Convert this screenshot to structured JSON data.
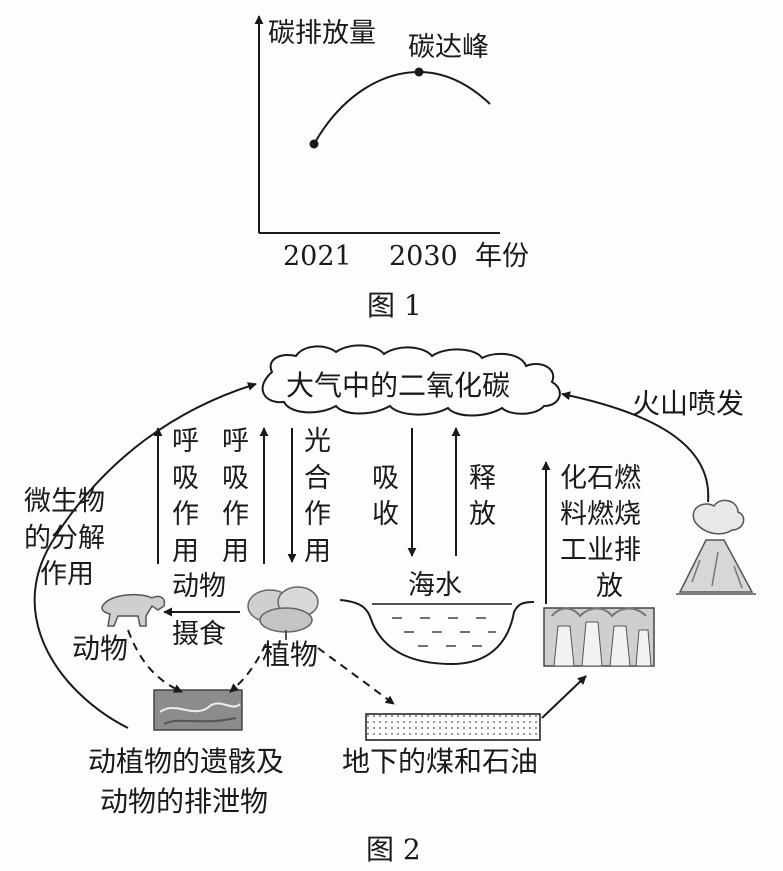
{
  "figure1": {
    "y_axis_label": "碳排放量",
    "peak_label": "碳达峰",
    "x_ticks": [
      "2021",
      "2030"
    ],
    "x_axis_label": "年份",
    "caption": "图 1"
  },
  "chart_data": {
    "type": "line",
    "title": "",
    "xlabel": "年份",
    "ylabel": "碳排放量",
    "x": [
      "2021",
      "2030"
    ],
    "annotations": [
      {
        "at": "2030",
        "label": "碳达峰"
      }
    ]
  },
  "figure2": {
    "atmosphere": "大气中的二氧化碳",
    "volcano": "火山喷发",
    "decomposition": [
      "微生物",
      "的分解",
      "作用"
    ],
    "animal_respiration": [
      "呼",
      "吸",
      "作",
      "用"
    ],
    "plant_respiration": [
      "呼",
      "吸",
      "作",
      "用"
    ],
    "photosynthesis": [
      "光",
      "合",
      "作",
      "用"
    ],
    "absorb": [
      "吸",
      "收"
    ],
    "release": [
      "释",
      "放"
    ],
    "fossil_fuel": [
      "化石燃",
      "料燃烧",
      "工业排",
      "放"
    ],
    "seawater": "海水",
    "animal": "动物",
    "plant": "植物",
    "feeding": [
      "动物",
      "摄食"
    ],
    "remains": [
      "动植物的遗骸及",
      "动物的排泄物"
    ],
    "coal_oil": "地下的煤和石油",
    "caption": "图 2"
  }
}
